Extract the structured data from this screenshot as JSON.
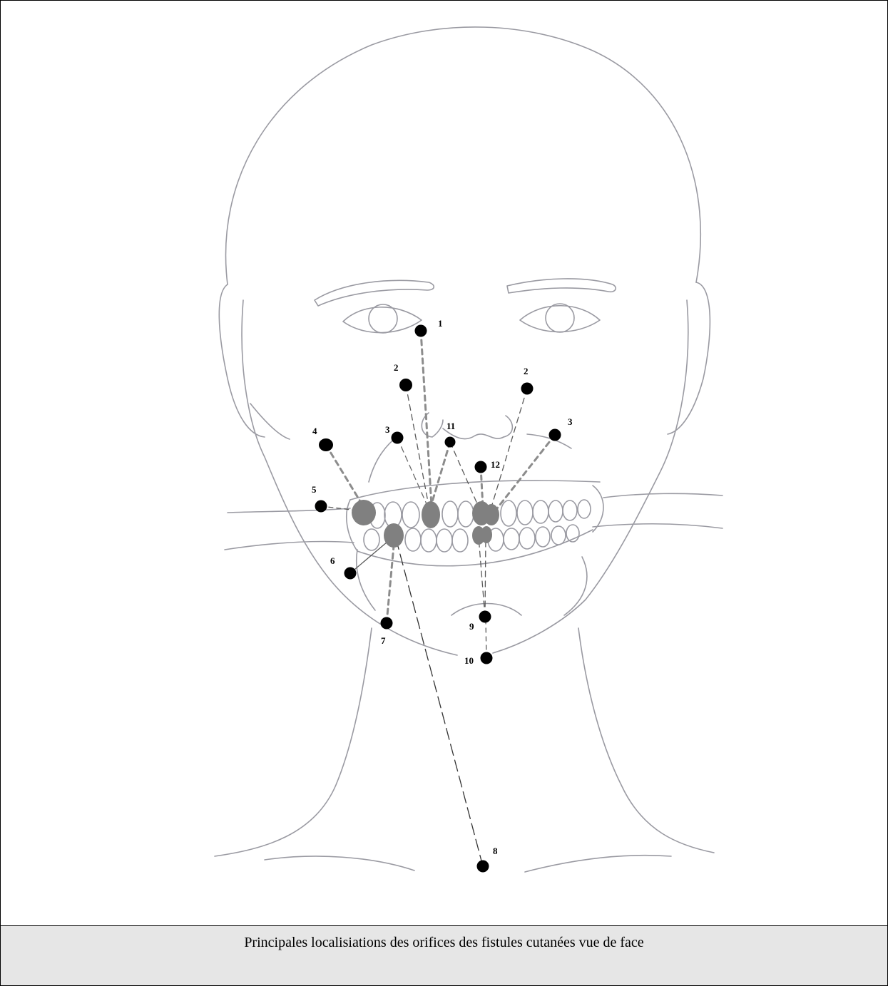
{
  "caption": "Principales localisiations des orifices des fistules cutanées vue de face",
  "colors": {
    "outline": "#9a9aa2",
    "cutaneous_orifice": "#000000",
    "dental_focus": "#808080",
    "caption_background": "#e6e6e6"
  },
  "orifice_labels": {
    "o1": "1",
    "o2_left": "2",
    "o2_right": "2",
    "o3_left": "3",
    "o3_right": "3",
    "o4": "4",
    "o5": "5",
    "o6": "6",
    "o7": "7",
    "o8": "8",
    "o9": "9",
    "o10": "10",
    "o11": "11",
    "o12": "12"
  }
}
